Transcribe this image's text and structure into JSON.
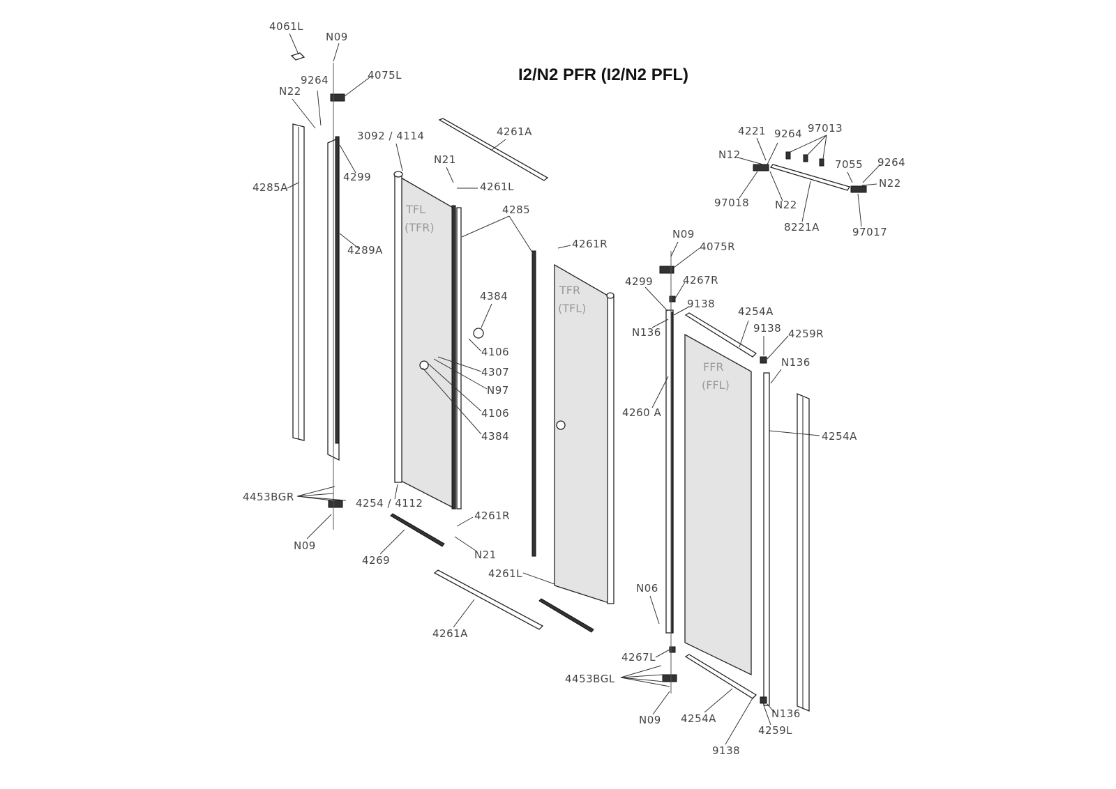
{
  "title": "I2/N2 PFR (I2/N2 PFL)",
  "zones": {
    "tfl": "TFL",
    "tfl_alt": "(TFR)",
    "tfr": "TFR",
    "tfr_alt": "(TFL)",
    "ffr": "FFR",
    "ffr_alt": "(FFL)"
  },
  "labels": [
    "4061L",
    "N09",
    "4075L",
    "9264",
    "N22",
    "3092 / 4114",
    "4261A",
    "N21",
    "4261L",
    "4285A",
    "4299",
    "4289A",
    "4285",
    "4261R",
    "N09",
    "4075R",
    "4384",
    "4299",
    "4267R",
    "9138",
    "4254A",
    "N136",
    "9138",
    "4259R",
    "4106",
    "4307",
    "N97",
    "N136",
    "4106",
    "4260 A",
    "4254A",
    "4384",
    "4453BGR",
    "4254 / 4112",
    "4261R",
    "N21",
    "N09",
    "4269",
    "4261L",
    "N06",
    "4261A",
    "4267L",
    "4453BGL",
    "N09",
    "4254A",
    "N136",
    "4259L",
    "9138",
    "4221",
    "9264",
    "97013",
    "N12",
    "7055",
    "9264",
    "N22",
    "97018",
    "N22",
    "8221A",
    "97017"
  ]
}
